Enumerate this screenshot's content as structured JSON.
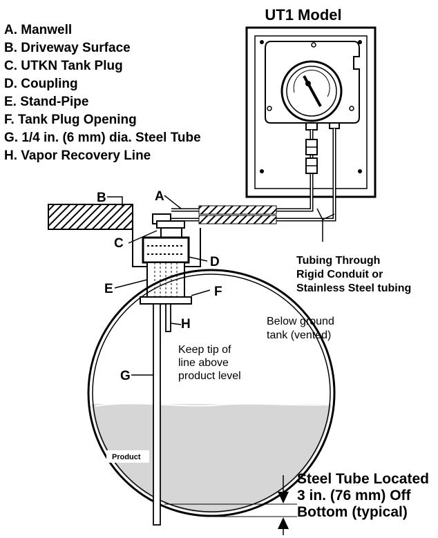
{
  "model_title": "UT1 Model",
  "legend": [
    "A. Manwell",
    "B. Driveway Surface",
    "C. UTKN Tank Plug",
    "D. Coupling",
    "E. Stand-Pipe",
    "F. Tank Plug Opening",
    "G. 1/4 in. (6 mm) dia. Steel Tube",
    "H. Vapor Recovery Line"
  ],
  "callouts": {
    "a": "A",
    "b": "B",
    "c": "C",
    "d": "D",
    "e": "E",
    "f": "F",
    "g": "G",
    "h": "H"
  },
  "tubing_note": [
    "Tubing Through",
    "Rigid Conduit or",
    "Stainless Steel tubing"
  ],
  "tank_note": [
    "Below ground",
    "tank (vented)"
  ],
  "vapor_note": [
    "Keep tip of",
    "line above",
    "product level"
  ],
  "product_label": "Product",
  "offset_note": [
    "Steel Tube Located",
    "3 in. (76 mm) Off",
    "Bottom (typical)"
  ],
  "colors": {
    "product_fill": "#d6d6d6",
    "line": "#000000",
    "background": "#ffffff"
  }
}
